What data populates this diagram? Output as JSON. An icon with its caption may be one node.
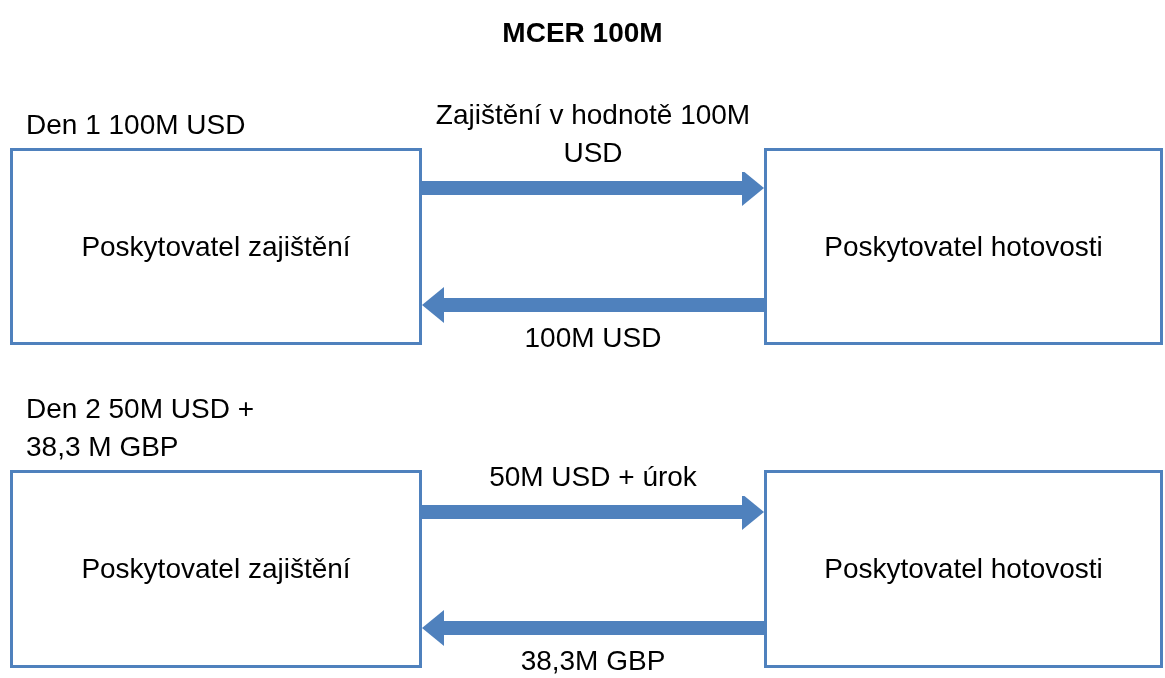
{
  "diagram": {
    "title": "MCER 100M",
    "nodes": [
      {
        "text": [
          "Den 1 100M USD",
          "Poskytovatel zajištění"
        ]
      },
      {
        "text": [
          "Poskytovatel hotovosti"
        ]
      },
      {
        "text": [
          "Den 2 50M USD + 38,3 M GBP",
          "Poskytovatel zajištění"
        ]
      },
      {
        "text": [
          "Poskytovatel hotovosti"
        ]
      }
    ],
    "edges": [
      {
        "from": 0,
        "to": 1,
        "arrow": "to",
        "label": "Zajištění v hodnotě 100M USD"
      },
      {
        "from": 1,
        "to": 0,
        "arrow": "to",
        "label": "100M USD"
      },
      {
        "from": 2,
        "to": 3,
        "arrow": "to",
        "label": "50M USD + úrok"
      },
      {
        "from": 3,
        "to": 2,
        "arrow": "to",
        "label": "38,3M GBP"
      }
    ]
  }
}
